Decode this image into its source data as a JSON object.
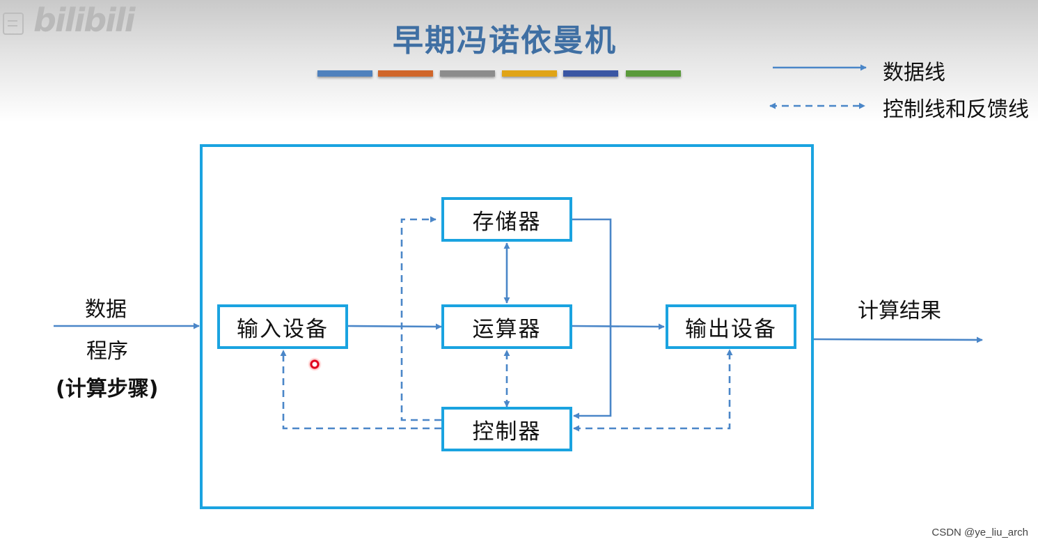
{
  "watermark": {
    "text": "bilibili"
  },
  "title": "早期冯诺依曼机",
  "color_strip": [
    "#4f81bd",
    "#d0662a",
    "#8c8c8c",
    "#e0a416",
    "#3a56a3",
    "#5a9a3a"
  ],
  "legend": {
    "data_line": "数据线",
    "control_line": "控制线和反馈线"
  },
  "nodes": {
    "memory": "存储器",
    "input": "输入设备",
    "alu": "运算器",
    "output": "输出设备",
    "controller": "控制器"
  },
  "input_labels": {
    "data": "数据",
    "program": "程序",
    "steps": "(计算步骤)"
  },
  "output_label": "计算结果",
  "credit": "CSDN @ye_liu_arch",
  "colors": {
    "box_border": "#1aa3e0",
    "arrow": "#4a86c8",
    "title": "#3f6fa3"
  }
}
